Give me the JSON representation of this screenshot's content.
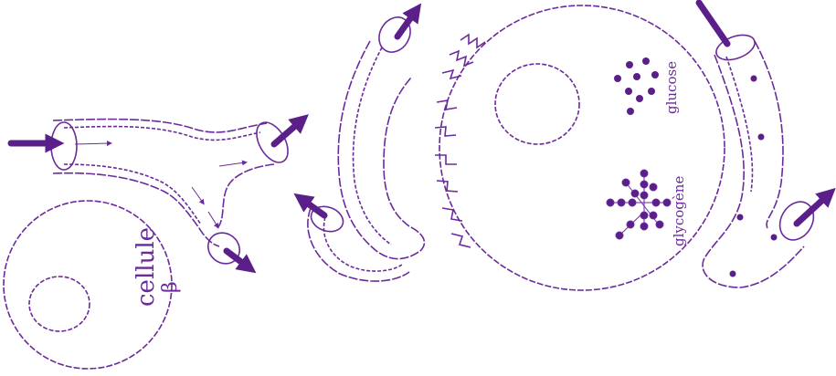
{
  "colors": {
    "primary": "#6a2a9c",
    "arrow": "#5b1f8a",
    "background": "#ffffff"
  },
  "labels": {
    "cellule": "cellule",
    "beta": "β",
    "glucose": "glucose",
    "glycogene": "glycogène"
  }
}
